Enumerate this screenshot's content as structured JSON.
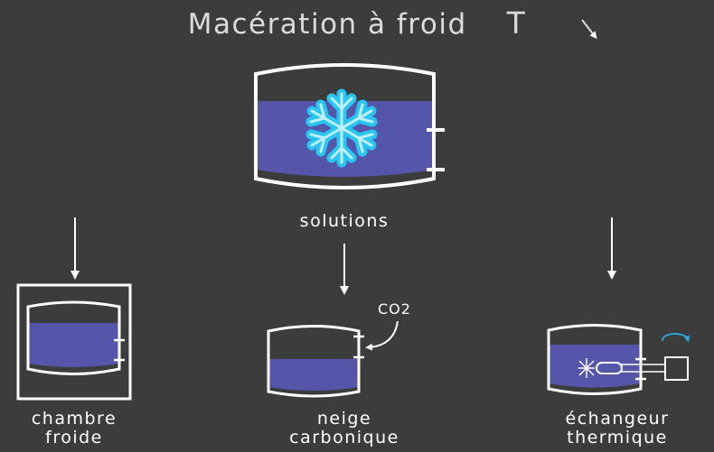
{
  "title": "Macération à froid",
  "title_symbol": "T",
  "main_label": "solutions",
  "methods": [
    {
      "line1": "chambre",
      "line2": "froide"
    },
    {
      "line1": "neige",
      "line2": "carbonique"
    },
    {
      "line1": "échangeur",
      "line2": "thermique"
    }
  ],
  "co2_label": "CO2",
  "colors": {
    "background": "#3c3c3c",
    "liquid": "#5555aa",
    "outline": "#ffffff",
    "snowflake": "#29c6f2",
    "rotation_arrow": "#2aa9e0"
  }
}
